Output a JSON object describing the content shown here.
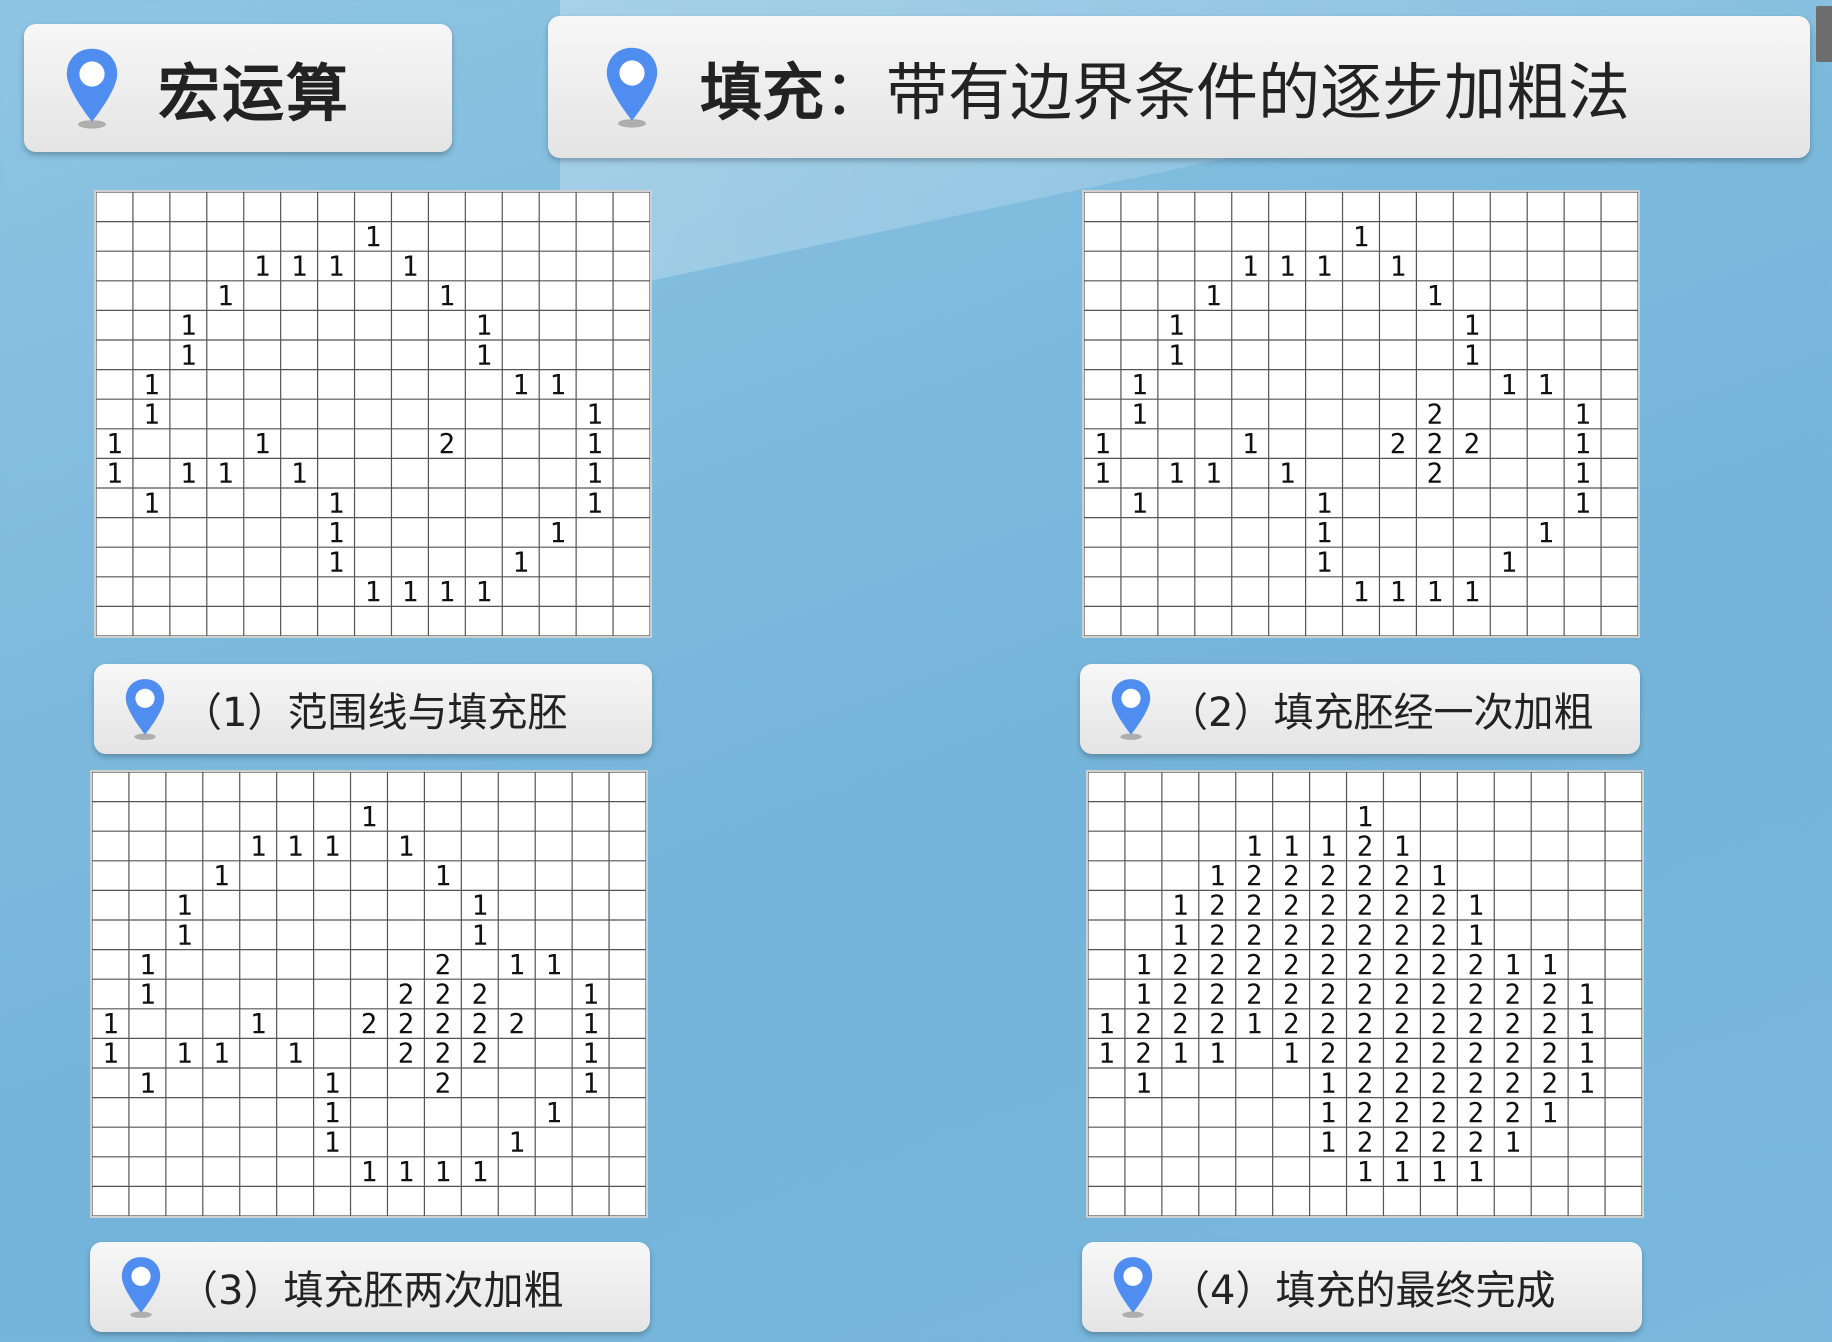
{
  "header": {
    "left_title": "宏运算",
    "right_title_bold": "填充",
    "right_title_rest": "：带有边界条件的逐步加粗法"
  },
  "panels": [
    {
      "caption": "（1）范围线与填充胚",
      "cells": [
        [
          1,
          7,
          "1"
        ],
        [
          2,
          4,
          "1"
        ],
        [
          2,
          5,
          "1"
        ],
        [
          2,
          6,
          "1"
        ],
        [
          2,
          8,
          "1"
        ],
        [
          3,
          3,
          "1"
        ],
        [
          3,
          9,
          "1"
        ],
        [
          4,
          2,
          "1"
        ],
        [
          4,
          10,
          "1"
        ],
        [
          5,
          2,
          "1"
        ],
        [
          5,
          10,
          "1"
        ],
        [
          6,
          1,
          "1"
        ],
        [
          6,
          11,
          "1"
        ],
        [
          6,
          12,
          "1"
        ],
        [
          7,
          1,
          "1"
        ],
        [
          7,
          13,
          "1"
        ],
        [
          8,
          0,
          "1"
        ],
        [
          8,
          4,
          "1"
        ],
        [
          8,
          9,
          "2"
        ],
        [
          8,
          13,
          "1"
        ],
        [
          9,
          0,
          "1"
        ],
        [
          9,
          2,
          "1"
        ],
        [
          9,
          3,
          "1"
        ],
        [
          9,
          5,
          "1"
        ],
        [
          9,
          13,
          "1"
        ],
        [
          10,
          1,
          "1"
        ],
        [
          10,
          6,
          "1"
        ],
        [
          10,
          13,
          "1"
        ],
        [
          11,
          6,
          "1"
        ],
        [
          11,
          12,
          "1"
        ],
        [
          12,
          6,
          "1"
        ],
        [
          12,
          11,
          "1"
        ],
        [
          13,
          7,
          "1"
        ],
        [
          13,
          8,
          "1"
        ],
        [
          13,
          9,
          "1"
        ],
        [
          13,
          10,
          "1"
        ]
      ]
    },
    {
      "caption": "（2）填充胚经一次加粗",
      "cells": [
        [
          1,
          7,
          "1"
        ],
        [
          2,
          4,
          "1"
        ],
        [
          2,
          5,
          "1"
        ],
        [
          2,
          6,
          "1"
        ],
        [
          2,
          8,
          "1"
        ],
        [
          3,
          3,
          "1"
        ],
        [
          3,
          9,
          "1"
        ],
        [
          4,
          2,
          "1"
        ],
        [
          4,
          10,
          "1"
        ],
        [
          5,
          2,
          "1"
        ],
        [
          5,
          10,
          "1"
        ],
        [
          6,
          1,
          "1"
        ],
        [
          6,
          11,
          "1"
        ],
        [
          6,
          12,
          "1"
        ],
        [
          7,
          1,
          "1"
        ],
        [
          7,
          9,
          "2"
        ],
        [
          7,
          13,
          "1"
        ],
        [
          8,
          0,
          "1"
        ],
        [
          8,
          4,
          "1"
        ],
        [
          8,
          8,
          "2"
        ],
        [
          8,
          9,
          "2"
        ],
        [
          8,
          10,
          "2"
        ],
        [
          8,
          13,
          "1"
        ],
        [
          9,
          0,
          "1"
        ],
        [
          9,
          2,
          "1"
        ],
        [
          9,
          3,
          "1"
        ],
        [
          9,
          5,
          "1"
        ],
        [
          9,
          9,
          "2"
        ],
        [
          9,
          13,
          "1"
        ],
        [
          10,
          1,
          "1"
        ],
        [
          10,
          6,
          "1"
        ],
        [
          10,
          13,
          "1"
        ],
        [
          11,
          6,
          "1"
        ],
        [
          11,
          12,
          "1"
        ],
        [
          12,
          6,
          "1"
        ],
        [
          12,
          11,
          "1"
        ],
        [
          13,
          7,
          "1"
        ],
        [
          13,
          8,
          "1"
        ],
        [
          13,
          9,
          "1"
        ],
        [
          13,
          10,
          "1"
        ]
      ]
    },
    {
      "caption": "（3）填充胚两次加粗",
      "cells": [
        [
          1,
          7,
          "1"
        ],
        [
          2,
          4,
          "1"
        ],
        [
          2,
          5,
          "1"
        ],
        [
          2,
          6,
          "1"
        ],
        [
          2,
          8,
          "1"
        ],
        [
          3,
          3,
          "1"
        ],
        [
          3,
          9,
          "1"
        ],
        [
          4,
          2,
          "1"
        ],
        [
          4,
          10,
          "1"
        ],
        [
          5,
          2,
          "1"
        ],
        [
          5,
          10,
          "1"
        ],
        [
          6,
          1,
          "1"
        ],
        [
          6,
          9,
          "2"
        ],
        [
          6,
          11,
          "1"
        ],
        [
          6,
          12,
          "1"
        ],
        [
          7,
          1,
          "1"
        ],
        [
          7,
          8,
          "2"
        ],
        [
          7,
          9,
          "2"
        ],
        [
          7,
          10,
          "2"
        ],
        [
          7,
          13,
          "1"
        ],
        [
          8,
          0,
          "1"
        ],
        [
          8,
          4,
          "1"
        ],
        [
          8,
          7,
          "2"
        ],
        [
          8,
          8,
          "2"
        ],
        [
          8,
          9,
          "2"
        ],
        [
          8,
          10,
          "2"
        ],
        [
          8,
          11,
          "2"
        ],
        [
          8,
          13,
          "1"
        ],
        [
          9,
          0,
          "1"
        ],
        [
          9,
          2,
          "1"
        ],
        [
          9,
          3,
          "1"
        ],
        [
          9,
          5,
          "1"
        ],
        [
          9,
          8,
          "2"
        ],
        [
          9,
          9,
          "2"
        ],
        [
          9,
          10,
          "2"
        ],
        [
          9,
          13,
          "1"
        ],
        [
          10,
          1,
          "1"
        ],
        [
          10,
          6,
          "1"
        ],
        [
          10,
          9,
          "2"
        ],
        [
          10,
          13,
          "1"
        ],
        [
          11,
          6,
          "1"
        ],
        [
          11,
          12,
          "1"
        ],
        [
          12,
          6,
          "1"
        ],
        [
          12,
          11,
          "1"
        ],
        [
          13,
          7,
          "1"
        ],
        [
          13,
          8,
          "1"
        ],
        [
          13,
          9,
          "1"
        ],
        [
          13,
          10,
          "1"
        ]
      ]
    },
    {
      "caption": "（4）填充的最终完成",
      "cells": [
        [
          1,
          7,
          "1"
        ],
        [
          2,
          4,
          "1"
        ],
        [
          2,
          5,
          "1"
        ],
        [
          2,
          6,
          "1"
        ],
        [
          2,
          7,
          "2"
        ],
        [
          2,
          8,
          "1"
        ],
        [
          3,
          3,
          "1"
        ],
        [
          3,
          4,
          "2"
        ],
        [
          3,
          5,
          "2"
        ],
        [
          3,
          6,
          "2"
        ],
        [
          3,
          7,
          "2"
        ],
        [
          3,
          8,
          "2"
        ],
        [
          3,
          9,
          "1"
        ],
        [
          4,
          2,
          "1"
        ],
        [
          4,
          3,
          "2"
        ],
        [
          4,
          4,
          "2"
        ],
        [
          4,
          5,
          "2"
        ],
        [
          4,
          6,
          "2"
        ],
        [
          4,
          7,
          "2"
        ],
        [
          4,
          8,
          "2"
        ],
        [
          4,
          9,
          "2"
        ],
        [
          4,
          10,
          "1"
        ],
        [
          5,
          2,
          "1"
        ],
        [
          5,
          3,
          "2"
        ],
        [
          5,
          4,
          "2"
        ],
        [
          5,
          5,
          "2"
        ],
        [
          5,
          6,
          "2"
        ],
        [
          5,
          7,
          "2"
        ],
        [
          5,
          8,
          "2"
        ],
        [
          5,
          9,
          "2"
        ],
        [
          5,
          10,
          "1"
        ],
        [
          6,
          1,
          "1"
        ],
        [
          6,
          2,
          "2"
        ],
        [
          6,
          3,
          "2"
        ],
        [
          6,
          4,
          "2"
        ],
        [
          6,
          5,
          "2"
        ],
        [
          6,
          6,
          "2"
        ],
        [
          6,
          7,
          "2"
        ],
        [
          6,
          8,
          "2"
        ],
        [
          6,
          9,
          "2"
        ],
        [
          6,
          10,
          "2"
        ],
        [
          6,
          11,
          "1"
        ],
        [
          6,
          12,
          "1"
        ],
        [
          7,
          1,
          "1"
        ],
        [
          7,
          2,
          "2"
        ],
        [
          7,
          3,
          "2"
        ],
        [
          7,
          4,
          "2"
        ],
        [
          7,
          5,
          "2"
        ],
        [
          7,
          6,
          "2"
        ],
        [
          7,
          7,
          "2"
        ],
        [
          7,
          8,
          "2"
        ],
        [
          7,
          9,
          "2"
        ],
        [
          7,
          10,
          "2"
        ],
        [
          7,
          11,
          "2"
        ],
        [
          7,
          12,
          "2"
        ],
        [
          7,
          13,
          "1"
        ],
        [
          8,
          0,
          "1"
        ],
        [
          8,
          1,
          "2"
        ],
        [
          8,
          2,
          "2"
        ],
        [
          8,
          3,
          "2"
        ],
        [
          8,
          4,
          "1"
        ],
        [
          8,
          5,
          "2"
        ],
        [
          8,
          6,
          "2"
        ],
        [
          8,
          7,
          "2"
        ],
        [
          8,
          8,
          "2"
        ],
        [
          8,
          9,
          "2"
        ],
        [
          8,
          10,
          "2"
        ],
        [
          8,
          11,
          "2"
        ],
        [
          8,
          12,
          "2"
        ],
        [
          8,
          13,
          "1"
        ],
        [
          9,
          0,
          "1"
        ],
        [
          9,
          1,
          "2"
        ],
        [
          9,
          2,
          "1"
        ],
        [
          9,
          3,
          "1"
        ],
        [
          9,
          5,
          "1"
        ],
        [
          9,
          6,
          "2"
        ],
        [
          9,
          7,
          "2"
        ],
        [
          9,
          8,
          "2"
        ],
        [
          9,
          9,
          "2"
        ],
        [
          9,
          10,
          "2"
        ],
        [
          9,
          11,
          "2"
        ],
        [
          9,
          12,
          "2"
        ],
        [
          9,
          13,
          "1"
        ],
        [
          10,
          1,
          "1"
        ],
        [
          10,
          6,
          "1"
        ],
        [
          10,
          7,
          "2"
        ],
        [
          10,
          8,
          "2"
        ],
        [
          10,
          9,
          "2"
        ],
        [
          10,
          10,
          "2"
        ],
        [
          10,
          11,
          "2"
        ],
        [
          10,
          12,
          "2"
        ],
        [
          10,
          13,
          "1"
        ],
        [
          11,
          6,
          "1"
        ],
        [
          11,
          7,
          "2"
        ],
        [
          11,
          8,
          "2"
        ],
        [
          11,
          9,
          "2"
        ],
        [
          11,
          10,
          "2"
        ],
        [
          11,
          11,
          "2"
        ],
        [
          11,
          12,
          "1"
        ],
        [
          12,
          6,
          "1"
        ],
        [
          12,
          7,
          "2"
        ],
        [
          12,
          8,
          "2"
        ],
        [
          12,
          9,
          "2"
        ],
        [
          12,
          10,
          "2"
        ],
        [
          12,
          11,
          "1"
        ],
        [
          13,
          7,
          "1"
        ],
        [
          13,
          8,
          "1"
        ],
        [
          13,
          9,
          "1"
        ],
        [
          13,
          10,
          "1"
        ]
      ]
    }
  ],
  "colors": {
    "pin": "#4f8ef0",
    "pin_inner": "#ffffff",
    "grid_line": "#555555",
    "digit": "#111111"
  }
}
